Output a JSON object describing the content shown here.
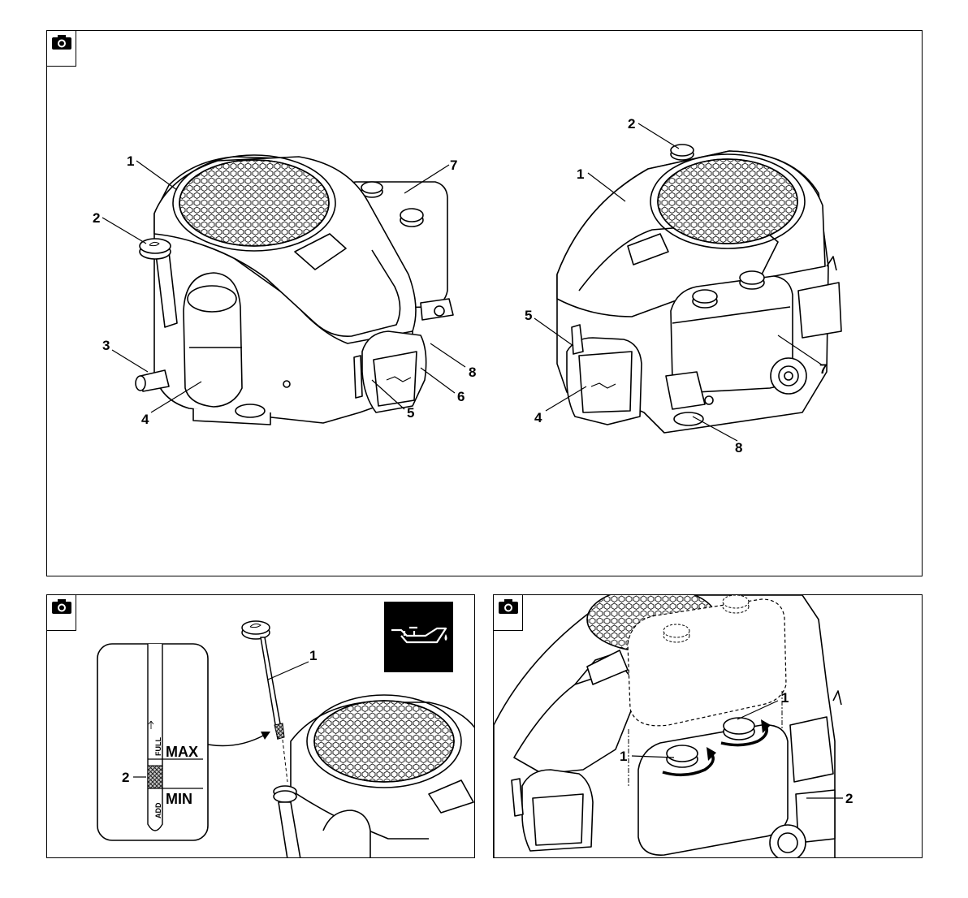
{
  "panels": {
    "top": {
      "left_engine_labels": [
        "1",
        "2",
        "3",
        "4",
        "5",
        "6",
        "7",
        "8"
      ],
      "right_engine_labels": [
        "1",
        "2",
        "4",
        "5",
        "7",
        "8"
      ]
    },
    "bottom_left": {
      "dipstick_labels": {
        "full": "FULL",
        "add": "ADD",
        "max": "MAX",
        "min": "MIN"
      },
      "callouts": [
        "1",
        "2"
      ],
      "symbol": "oil-can-icon"
    },
    "bottom_right": {
      "callouts": [
        "1",
        "1",
        "2"
      ]
    }
  },
  "colors": {
    "line": "#000000",
    "symbol_bg": "#000000",
    "grid": "#333333"
  }
}
